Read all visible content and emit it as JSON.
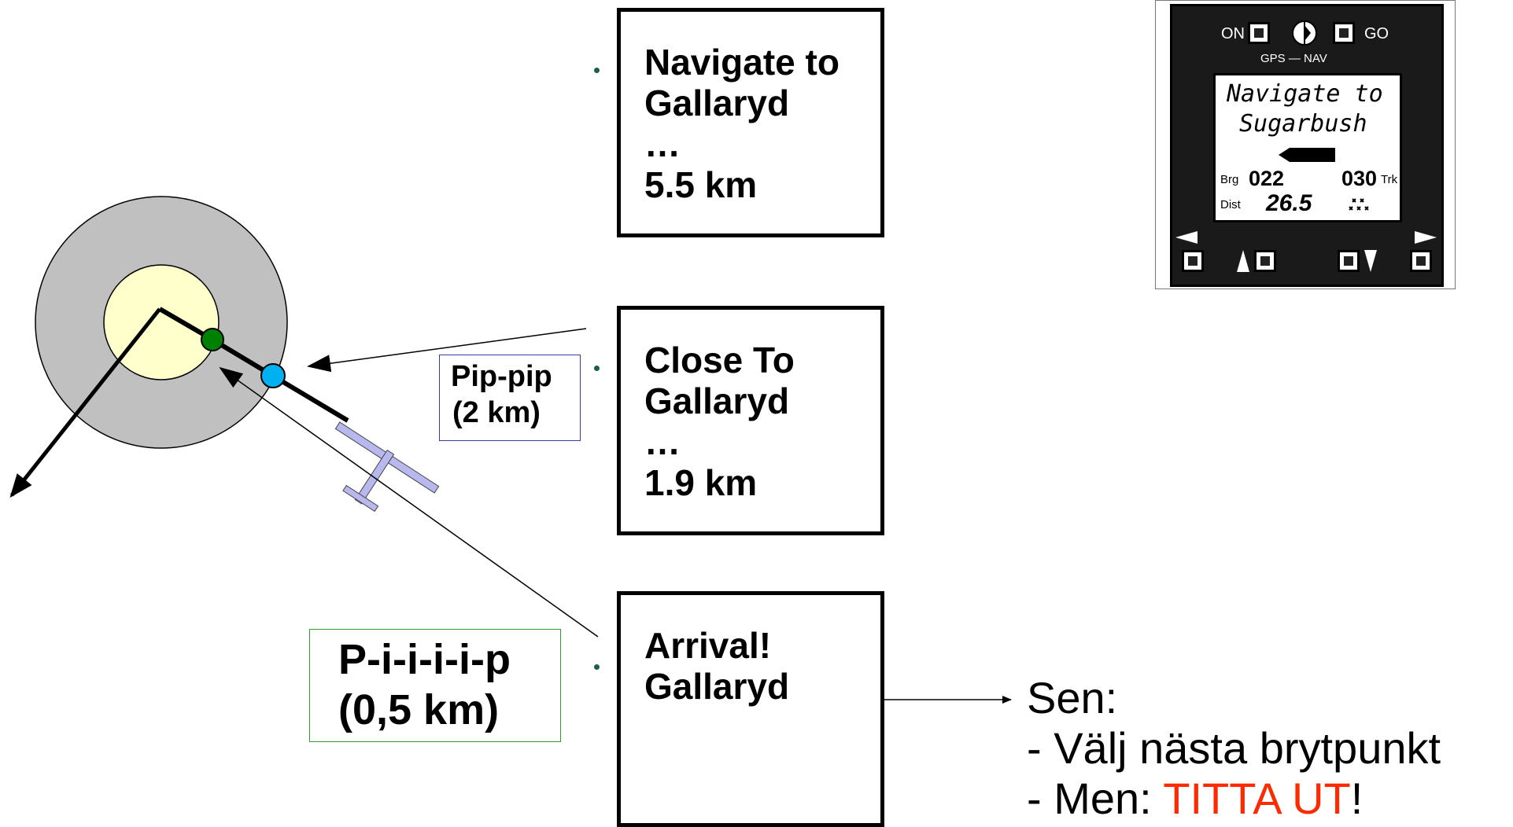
{
  "screens": {
    "navigate": {
      "line1": "Navigate to",
      "line2": "Gallaryd",
      "line3": "…",
      "line4": "5.5 km"
    },
    "close": {
      "line1": "Close To",
      "line2": "Gallaryd",
      "line3": "…",
      "line4": "1.9 km"
    },
    "arrival": {
      "line1": "Arrival!",
      "line2": "Gallaryd"
    }
  },
  "alerts": {
    "pip": {
      "line1": "Pip-pip",
      "line2": "(2 km)"
    },
    "piip": {
      "line1": "P-i-i-i-i-p",
      "line2": "(0,5 km)"
    }
  },
  "next_steps": {
    "heading": "Sen:",
    "step1": "- Välj nästa brytpunkt",
    "step2_prefix": "- Men: ",
    "step2_highlight": "TITTA UT",
    "step2_suffix": "!"
  },
  "gps_device": {
    "on_label": "ON",
    "go_label": "GO",
    "mode_label": "GPS — NAV",
    "screen_line1": "Navigate to",
    "screen_line2": "Sugarbush",
    "brg_label": "Brg",
    "brg_value": "022",
    "trk_value": "030",
    "trk_label": "Trk",
    "dist_label": "Dist",
    "dist_value": "26.5"
  },
  "colors": {
    "outer_zone": "#c0c0c0",
    "inner_zone": "#ffffcc",
    "arrival_point": "#008000",
    "alert_point": "#00b0f0",
    "glider": "#b8b8ee",
    "warning_text": "#ff2a00"
  }
}
